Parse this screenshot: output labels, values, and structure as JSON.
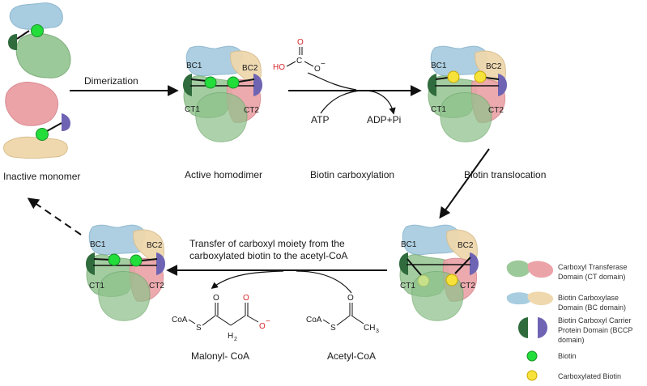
{
  "labels": {
    "inactive_monomer": "Inactive monomer",
    "active_homodimer": "Active homodimer",
    "biotin_carboxylation": "Biotin carboxylation",
    "biotin_translocation": "Biotin translocation",
    "dimerization": "Dimerization",
    "atp": "ATP",
    "adp_pi": "ADP+Pi",
    "transfer_line1": "Transfer of carboxyl moiety from the",
    "transfer_line2": "carboxylated biotin to the acetyl-CoA",
    "malonyl_coa": "Malonyl- CoA",
    "acetyl_coa": "Acetyl-CoA"
  },
  "domains": {
    "bc1": "BC1",
    "bc2": "BC2",
    "ct1": "CT1",
    "ct2": "CT2"
  },
  "bicarbonate": {
    "ho": "HO",
    "c": "C",
    "o_top": "O",
    "o_minus": "O",
    "charge": "−"
  },
  "malonyl_structure": {
    "coa": "CoA",
    "s": "S",
    "o1": "O",
    "o2": "O",
    "o3": "O",
    "h2": "H",
    "h2_sub": "2",
    "charge": "−"
  },
  "acetyl_structure": {
    "coa": "CoA",
    "s": "S",
    "o": "O",
    "ch3": "CH",
    "ch3_sub": "3"
  },
  "legend": {
    "ct_line1": "Carboxyl Transferase",
    "ct_line2": "Domain   (CT domain)",
    "bc_line1": "Biotin  Carboxylase",
    "bc_line2": "Domain (BC domain)",
    "bccp_line1": "Biotin Carboxyl Carrier",
    "bccp_line2": "Protein Domain (BCCP",
    "bccp_line3": "domain)",
    "biotin": "Biotin",
    "carboxylated_biotin": "Carboxylated Biotin"
  },
  "colors": {
    "ct_green": "#9cc99a",
    "ct_pink": "#eba3a8",
    "bc_blue": "#a9cde0",
    "bc_tan": "#efd8ad",
    "bccp_green": "#2f6b3c",
    "bccp_purple": "#6e64b3",
    "biotin": "#22dd3a",
    "carboxylated_biotin": "#f6e23a"
  }
}
